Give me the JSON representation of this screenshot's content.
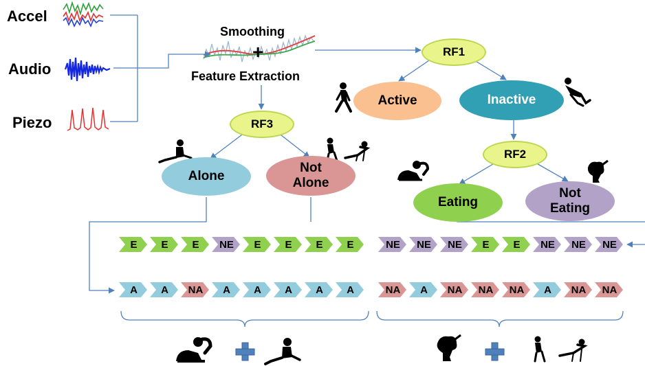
{
  "sensors": [
    {
      "label": "Accel",
      "icon": "accel-signal-icon"
    },
    {
      "label": "Audio",
      "icon": "audio-waveform-icon"
    },
    {
      "label": "Piezo",
      "icon": "piezo-signal-icon"
    }
  ],
  "processing": {
    "smoothing_label": "Smoothing",
    "plus_symbol": "+",
    "feature_label": "Feature Extraction",
    "icon": "smoothed-signal-icon"
  },
  "nodes": {
    "rf1": "RF1",
    "rf2": "RF2",
    "rf3": "RF3",
    "active": "Active",
    "inactive": "Inactive",
    "eating": "Eating",
    "not_eating": "Not Eating",
    "alone": "Alone",
    "not_alone": "Not Alone"
  },
  "sequences": {
    "eating_left": [
      "E",
      "E",
      "E",
      "NE",
      "E",
      "E",
      "E",
      "E"
    ],
    "eating_right": [
      "NE",
      "NE",
      "NE",
      "E",
      "E",
      "NE",
      "NE",
      "NE"
    ],
    "alone_left": [
      "A",
      "A",
      "NA",
      "A",
      "A",
      "A",
      "A",
      "A"
    ],
    "alone_right": [
      "NA",
      "A",
      "NA",
      "NA",
      "NA",
      "A",
      "NA",
      "NA"
    ]
  },
  "colors": {
    "E": "#8fd14f",
    "NE": "#b3a2c7",
    "A": "#93cddd",
    "NA": "#d99694",
    "active": "#fac090",
    "inactive": "#31a0b5",
    "eating": "#8fd14f",
    "not_eating": "#b3a2c7",
    "alone": "#93cddd",
    "not_alone": "#d99694",
    "rf_fill": "#e9f58a",
    "plus": "#4f81bd",
    "connector": "#4f81bd"
  },
  "icons": {
    "walking": "walking-person-icon",
    "reclining": "reclining-person-icon",
    "eating": "eating-person-icon",
    "not_eating": "girl-profile-icon",
    "alone": "sitting-person-icon",
    "not_alone": "group-sitting-icon"
  },
  "bottom": {
    "plus_symbol": "+"
  }
}
